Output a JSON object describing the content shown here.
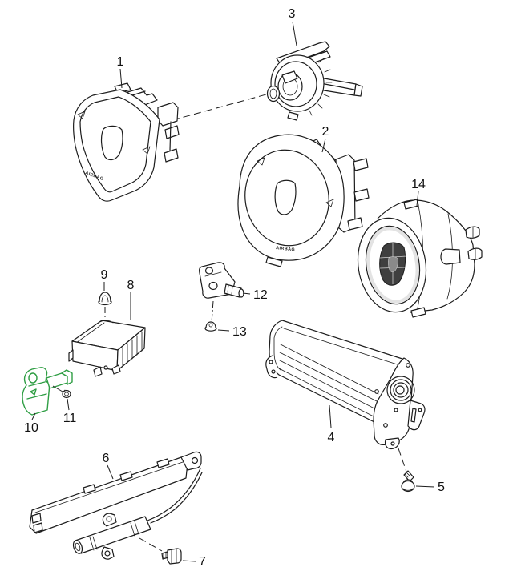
{
  "diagram": {
    "airbag_text": "AIRBAG",
    "colors": {
      "line": "#1c1c1c",
      "highlight": "#2f9e44",
      "background": "#ffffff"
    },
    "callouts": [
      {
        "number": "1",
        "part": "driver-airbag-unit"
      },
      {
        "number": "2",
        "part": "driver-airbag-unit-round"
      },
      {
        "number": "3",
        "part": "clock-spring"
      },
      {
        "number": "4",
        "part": "passenger-airbag-unit"
      },
      {
        "number": "5",
        "part": "screw"
      },
      {
        "number": "6",
        "part": "curtain-airbag"
      },
      {
        "number": "7",
        "part": "screw"
      },
      {
        "number": "8",
        "part": "control-unit"
      },
      {
        "number": "9",
        "part": "nut"
      },
      {
        "number": "10",
        "part": "bracket-highlighted"
      },
      {
        "number": "11",
        "part": "screw"
      },
      {
        "number": "12",
        "part": "impact-sensor"
      },
      {
        "number": "13",
        "part": "nut"
      },
      {
        "number": "14",
        "part": "airbag-unit-round"
      }
    ]
  }
}
